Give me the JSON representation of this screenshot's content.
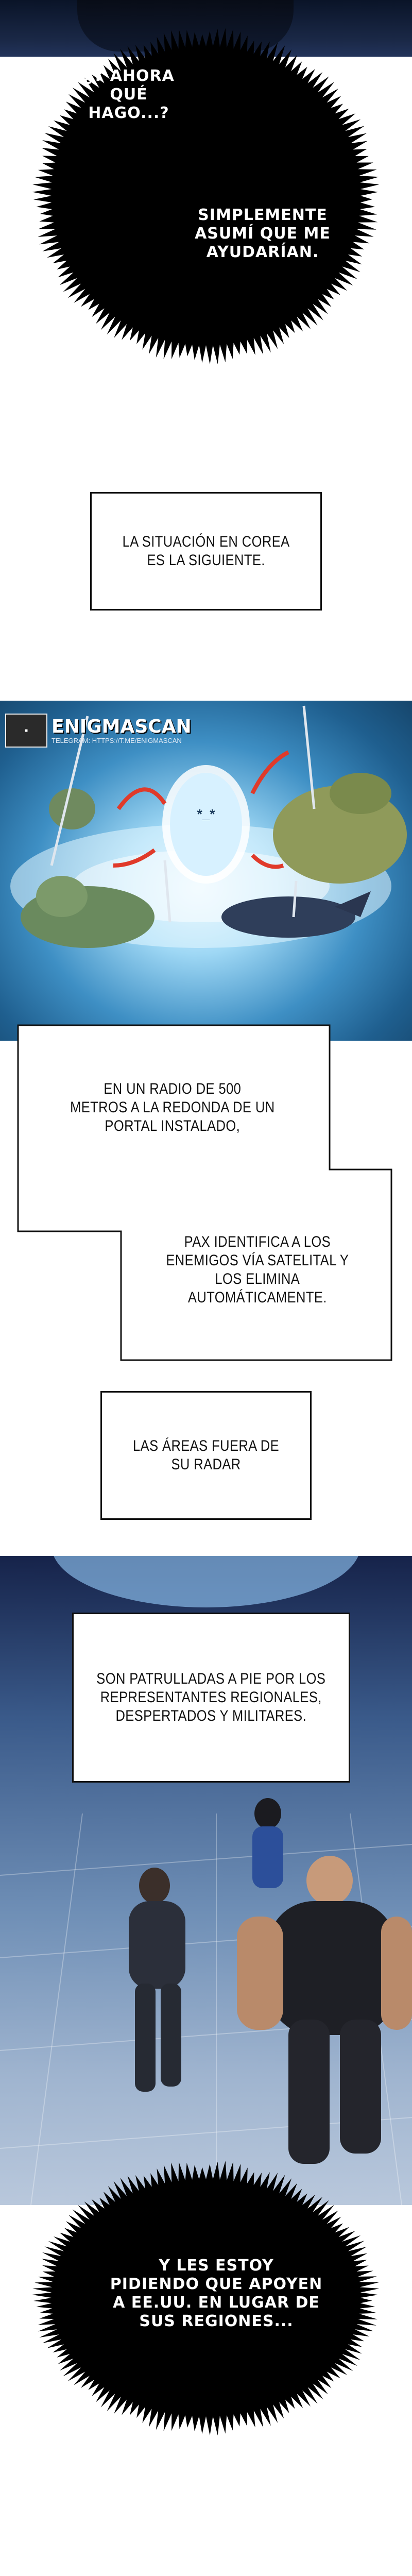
{
  "bubble_1": {
    "lines": [
      "¿Y AHORA",
      "QUÉ",
      "HAGO...?"
    ],
    "lines2": [
      "SIMPLEMENTE",
      "ASUMÍ QUE ME",
      "AYUDARÍAN."
    ]
  },
  "caption_1": {
    "lines": [
      "LA SITUACIÓN EN COREA",
      "ES LA SIGUIENTE."
    ]
  },
  "watermark": {
    "title": "ENIGMASCAN",
    "subtitle": "TELEGRAM: HTTPS://T.ME/ENIGMASCAN"
  },
  "portal_face": "*_*",
  "caption_2": {
    "lines": [
      "EN UN RADIO DE 500",
      "METROS A LA REDONDA DE UN",
      "PORTAL INSTALADO,"
    ]
  },
  "caption_3": {
    "lines": [
      "PAX IDENTIFICA A LOS",
      "ENEMIGOS VÍA SATELITAL Y",
      "LOS ELIMINA",
      "AUTOMÁTICAMENTE."
    ]
  },
  "caption_4": {
    "lines": [
      "LAS ÁREAS FUERA DE",
      "SU RADAR"
    ]
  },
  "caption_5": {
    "lines": [
      "SON PATRULLADAS A PIE POR LOS",
      "REPRESENTANTES REGIONALES,",
      "DESPERTADOS Y MILITARES."
    ]
  },
  "bubble_2": {
    "lines": [
      "Y LES ESTOY",
      "PIDIENDO QUE APOYEN",
      "A EE.UU. EN LUGAR DE",
      "SUS REGIONES..."
    ]
  }
}
